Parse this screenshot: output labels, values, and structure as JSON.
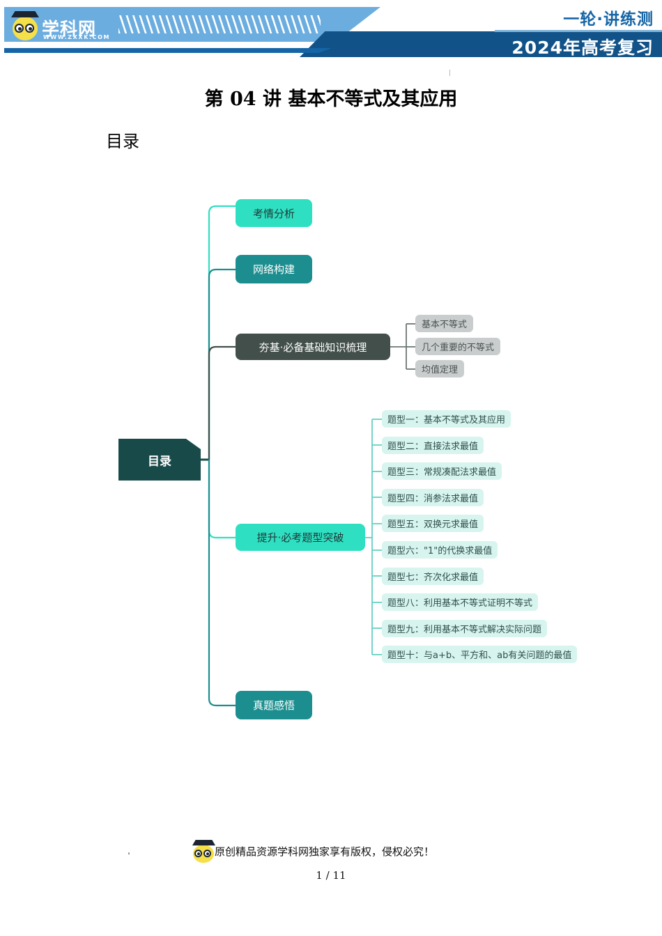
{
  "header": {
    "brand_name": "学科网",
    "brand_url": "WWW.ZXXK.COM",
    "tagline": "一轮·讲练测",
    "year_line": "2024年高考复习"
  },
  "document": {
    "title": "第 04 讲  基本不等式及其应用",
    "toc_label": "目录"
  },
  "mindmap": {
    "root": {
      "label": "目录",
      "color": "#184a4a"
    },
    "branches": [
      {
        "label": "考情分析",
        "color": "#2fdfc1",
        "text_color": "#1d3a38",
        "children": []
      },
      {
        "label": "网络构建",
        "color": "#1d8e8f",
        "text_color": "#ffffff",
        "children": []
      },
      {
        "label": "夯基·必备基础知识梳理",
        "color": "#424f4b",
        "text_color": "#ffffff",
        "children": [
          {
            "label": "基本不等式"
          },
          {
            "label": "几个重要的不等式"
          },
          {
            "label": "均值定理"
          }
        ]
      },
      {
        "label": "提升·必考题型突破",
        "color": "#2fdfc1",
        "text_color": "#1d3a38",
        "children": [
          {
            "label": "题型一：基本不等式及其应用"
          },
          {
            "label": "题型二：直接法求最值"
          },
          {
            "label": "题型三：常规凑配法求最值"
          },
          {
            "label": "题型四：消参法求最值"
          },
          {
            "label": "题型五：双换元求最值"
          },
          {
            "label": "题型六：\"1\"的代换求最值"
          },
          {
            "label": "题型七：齐次化求最值"
          },
          {
            "label": "题型八：利用基本不等式证明不等式"
          },
          {
            "label": "题型九：利用基本不等式解决实际问题"
          },
          {
            "label": "题型十：与a+b、平方和、ab有关问题的最值"
          }
        ]
      },
      {
        "label": "真题感悟",
        "color": "#1d8e8f",
        "text_color": "#ffffff",
        "children": []
      }
    ]
  },
  "footer": {
    "copyright": "原创精品资源学科网独家享有版权，侵权必究！",
    "page_number": "1 / 11"
  }
}
